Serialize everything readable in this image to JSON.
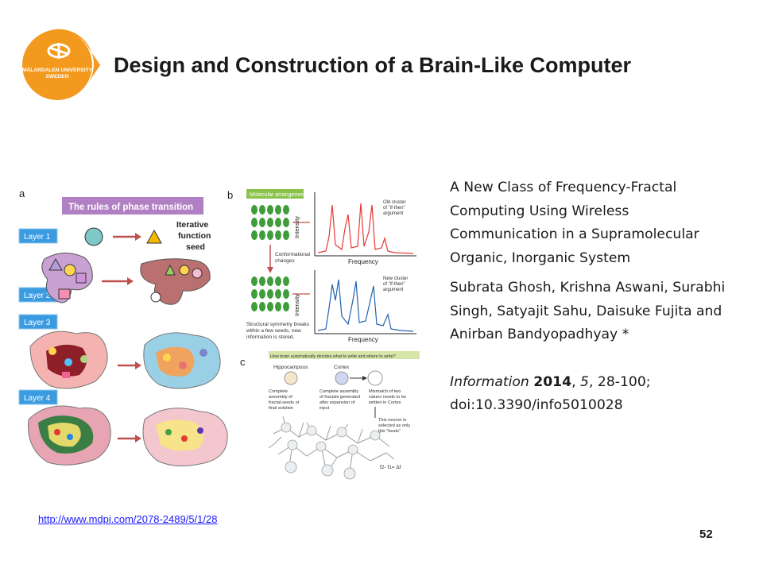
{
  "logo": {
    "line1": "MÄLARDALEN UNIVERSITY",
    "line2": "SWEDEN",
    "color": "#f39a1e"
  },
  "slide": {
    "title": "Design and Construction of a Brain-Like Computer",
    "page_number": "52"
  },
  "figure": {
    "panel_a": {
      "letter": "a",
      "header": "The rules of phase transition",
      "layers": [
        "Layer 1",
        "Layer 2",
        "Layer 3",
        "Layer 4"
      ],
      "seed_label": [
        "Iterative",
        "function",
        "seed"
      ]
    },
    "panel_b": {
      "letter": "b",
      "header": "Molecular arrangement",
      "change_label": [
        "Conformational",
        "changes"
      ],
      "caption": [
        "Structural symmetry breaks",
        "within a few seeds, new",
        "information is stored."
      ],
      "ylabel": "Intensity",
      "xlabel": "Frequency",
      "note_top": [
        "Old cluster",
        "of \"if-then\"",
        "argument"
      ],
      "note_bottom": [
        "New cluster",
        "of \"if-then\"",
        "argument"
      ]
    },
    "panel_c": {
      "letter": "c",
      "header": "How brain automatically decides what to write and where to write?",
      "col1_title": "Hippocampous",
      "col2_title": "Cortex",
      "col1_text": [
        "Complete",
        "assembly of",
        "fractal-seeds or",
        "final solution"
      ],
      "col2_text": [
        "Complete assembly",
        "of fractals generated",
        "after expansion of",
        "input"
      ],
      "col3_text": [
        "Mismatch of two",
        "values needs to be",
        "written in Cortex"
      ],
      "neuron_text": [
        "This neuron is",
        "selected as only",
        "this \"beats\""
      ],
      "formula": "f2- f1= Δf"
    }
  },
  "paper": {
    "title": "A New Class of Frequency-Fractal Computing Using Wireless Communication in a Supramolecular Organic, Inorganic System",
    "authors": "Subrata Ghosh, Krishna Aswani, Surabhi Singh, Satyajit Sahu, Daisuke Fujita and Anirban Bandyopadhyay *",
    "citation": {
      "journal": "Information",
      "year": "2014",
      "sep1": ", ",
      "volume": "5",
      "pages": ", 28-100;",
      "doi": "doi:10.3390/info5010028"
    }
  },
  "source_link": "http://www.mdpi.com/2078-2489/5/1/28"
}
